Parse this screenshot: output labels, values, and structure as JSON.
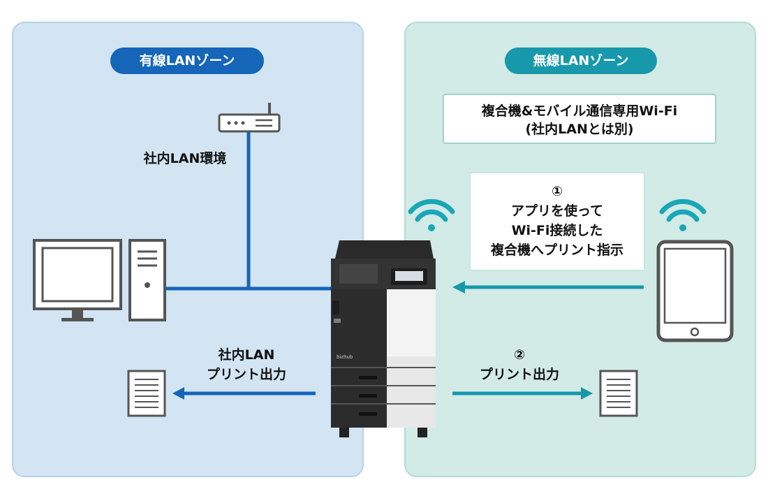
{
  "zones": {
    "wired": {
      "title": "有線LANゾーン",
      "color": "#1565b8"
    },
    "wireless": {
      "title": "無線LANゾーン",
      "color": "#1798ab"
    }
  },
  "labels": {
    "lan_env": "社内LAN環境",
    "lan_print_line1": "社内LAN",
    "lan_print_line2": "プリント出力",
    "wifi_line1": "複合機&モバイル通信専用Wi-Fi",
    "wifi_line2": "(社内LANとは別)",
    "step1_num": "①",
    "step1_line1": "アプリを使って",
    "step1_line2": "Wi-Fi接続した",
    "step1_line3": "複合機へプリント指示",
    "step2_num": "②",
    "step2_text": "プリント出力"
  },
  "device": {
    "brand_text": "bizhub"
  },
  "icons": [
    "router-icon",
    "desktop-computer-icon",
    "wifi-icon",
    "tablet-icon",
    "document-icon",
    "multifunction-printer-icon"
  ]
}
